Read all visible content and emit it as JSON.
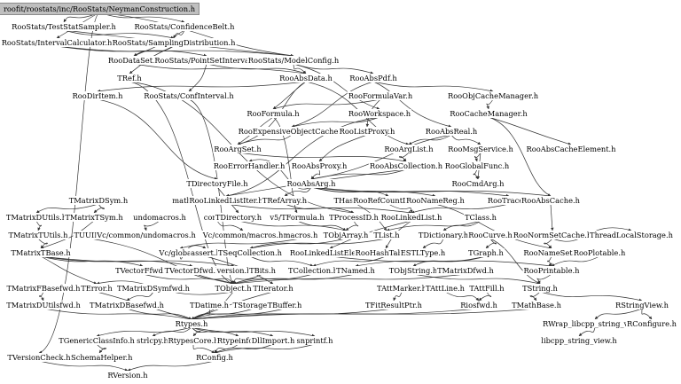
{
  "graph": {
    "root": "roofit/roostats/inc/RooStats/NeymanConstruction.h",
    "nodes": [
      "RooStats/TestStatSampler.h",
      "RooStats/ConfidenceBelt.h",
      "RooStats/IntervalCalculator.h",
      "RooStats/SamplingDistribution.h",
      "RooDataSet.h",
      "RooStats/PointSetInterval.h",
      "RooStats/ModelConfig.h",
      "TRef.h",
      "RooAbsData.h",
      "RooAbsPdf.h",
      "RooDirItem.h",
      "RooStats/ConfInterval.h",
      "RooFormulaVar.h",
      "RooObjCacheManager.h",
      "RooFormula.h",
      "RooWorkspace.h",
      "RooCacheManager.h",
      "RooExpensiveObjectCache.h",
      "RooListProxy.h",
      "RooAbsReal.h",
      "RooArgSet.h",
      "RooArgList.h",
      "RooMsgService.h",
      "RooAbsCacheElement.h",
      "RooErrorHandler.h",
      "RooAbsProxy.h",
      "RooAbsCollection.h",
      "RooGlobalFunc.h",
      "TDirectoryFile.h",
      "RooAbsArg.h",
      "RooCmdArg.h",
      "TMatrixDSym.h",
      "math.h",
      "RooLinkedListIter.h",
      "TRefArray.h",
      "THashList.h",
      "RooRefCountList.h",
      "RooNameReg.h",
      "RooTrace.h",
      "RooAbsCache.h",
      "TMatrixDUtils.h",
      "TMatrixTSym.h",
      "undomacros.h",
      "const.h",
      "TDirectory.h",
      "v5/TFormula.h",
      "TProcessID.h",
      "RooLinkedList.h",
      "TClass.h",
      "TMatrixTUtils.h",
      "TUUID.h",
      "Vc/common/undomacros.h",
      "Vc/common/macros.h",
      "macros.h",
      "TObjArray.h",
      "TList.h",
      "TDictionary.h",
      "RooCurve.h",
      "RooNormSetCache.h",
      "ThreadLocalStorage.h",
      "TMatrixTBase.h",
      "Vc/global.h",
      "assert.h",
      "TSeqCollection.h",
      "RooLinkedListElem.h",
      "RooHashTable.h",
      "ESTLType.h",
      "TGraph.h",
      "RooNameSet.h",
      "RooPlotable.h",
      "TVectorFfwd.h",
      "TVectorDfwd.h",
      "version.h",
      "TBits.h",
      "TCollection.h",
      "TNamed.h",
      "TObjString.h",
      "TMatrixDfwd.h",
      "RooPrintable.h",
      "TMatrixFBasefwd.h",
      "TError.h",
      "TMatrixDSymfwd.h",
      "TObject.h",
      "TIterator.h",
      "TAttMarker.h",
      "TAttLine.h",
      "TAttFill.h",
      "TString.h",
      "TMatrixDUtilsfwd.h",
      "TMatrixDBasefwd.h",
      "TDatime.h",
      "TStorage.h",
      "TBuffer.h",
      "TFitResultPtr.h",
      "Riosfwd.h",
      "TMathBase.h",
      "RStringView.h",
      "Rtypes.h",
      "RWrap_libcpp_string_view.h",
      "RConfigure.h",
      "TGenericClassInfo.h",
      "strlcpy.h",
      "RtypesCore.h",
      "Rtypeinfo.h",
      "DllImport.h",
      "snprintf.h",
      "libcpp_string_view.h",
      "TSchemaHelper.h",
      "TVersionCheck.h",
      "RConfig.h",
      "RVersion.h"
    ]
  }
}
